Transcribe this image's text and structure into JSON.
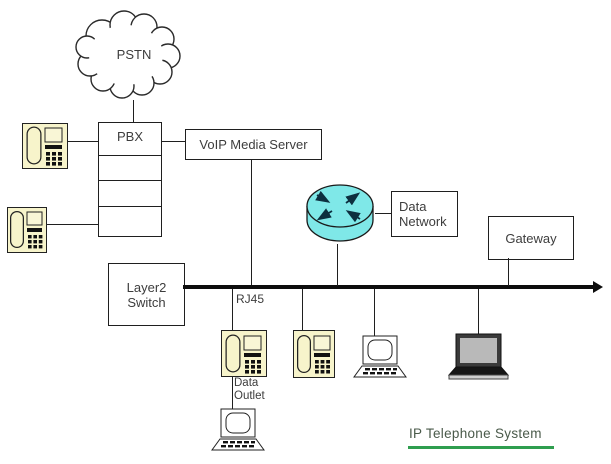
{
  "diagram": {
    "title": "IP Telephone System",
    "cloud": {
      "label": "PSTN"
    },
    "pbx": {
      "label": "PBX"
    },
    "voip_server": {
      "label": "VoIP Media Server"
    },
    "data_network": {
      "line1": "Data",
      "line2": "Network"
    },
    "gateway": {
      "label": "Gateway"
    },
    "layer2_switch": {
      "line1": "Layer2",
      "line2": "Switch"
    },
    "bus_label": "RJ45",
    "data_outlet": {
      "line1": "Data",
      "line2": "Outlet"
    }
  },
  "colors": {
    "router-fill": "#7fe8e8",
    "phone-fill": "#f7f4cb",
    "phone-screen": "#f9f6d6",
    "laptop-screen": "#b9b9b9",
    "line": "#1f1f1f",
    "text": "#3d3d3d",
    "title-underline": "#2f9e4f"
  }
}
